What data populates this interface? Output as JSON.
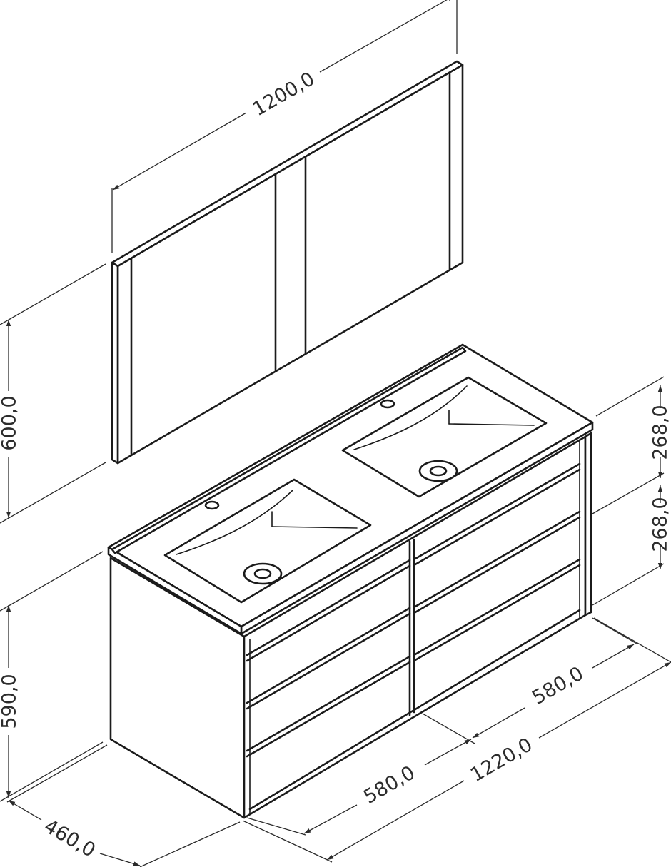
{
  "colors": {
    "line": "#1b1b1b",
    "dimension": "#2b2b2b",
    "dim_label": "#2c2c2c",
    "background": "#ffffff"
  },
  "dimensions": {
    "mirror_width": "1200,0",
    "mirror_height": "600,0",
    "cabinet_height": "590,0",
    "cabinet_depth": "460,0",
    "top_drawer_height": "268,0",
    "lower_drawer_height": "268,0",
    "right_section_width": "580,0",
    "left_section_width": "580,0",
    "total_width": "1220,0"
  }
}
